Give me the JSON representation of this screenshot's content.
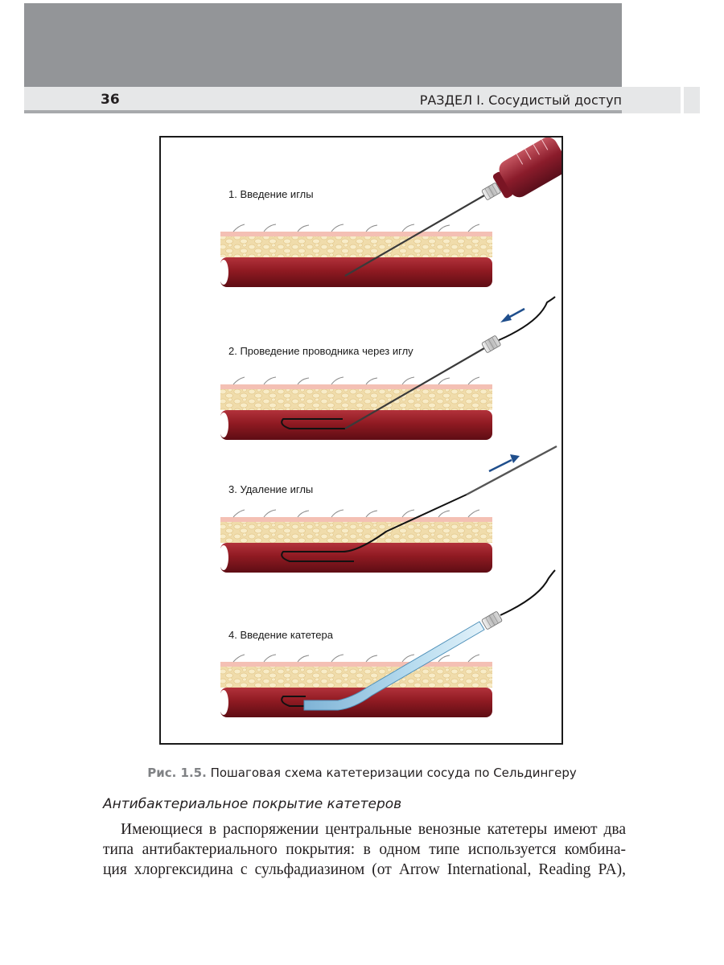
{
  "header": {
    "page_number": "36",
    "running_head": "РАЗДЕЛ I. Сосудистый доступ"
  },
  "figure": {
    "steps": [
      {
        "label": "1. Введение иглы"
      },
      {
        "label": "2. Проведение проводника через иглу"
      },
      {
        "label": "3. Удаление иглы"
      },
      {
        "label": "4. Введение катетера"
      }
    ],
    "colors": {
      "vessel": "#8f1a22",
      "fat": "#f0dcab",
      "skin": "#f4c0b4",
      "arrow": "#1f4e8c",
      "catheter": "#a6d1e8",
      "syringe": "#8b1c2b"
    }
  },
  "caption": {
    "label": "Рис. 1.5.",
    "text": " Пошаговая схема катетеризации сосуда по Сельдингеру"
  },
  "section": {
    "heading": "Антибактериальное покрытие катетеров",
    "lines": [
      "Имеющиеся в распоряжении центральные венозные катетеры имеют два",
      "типа антибактериального покрытия: в одном типе используется комбина-",
      "ция хлоргексидина с сульфадиазином (от Arrow International, Reading PA),"
    ]
  }
}
